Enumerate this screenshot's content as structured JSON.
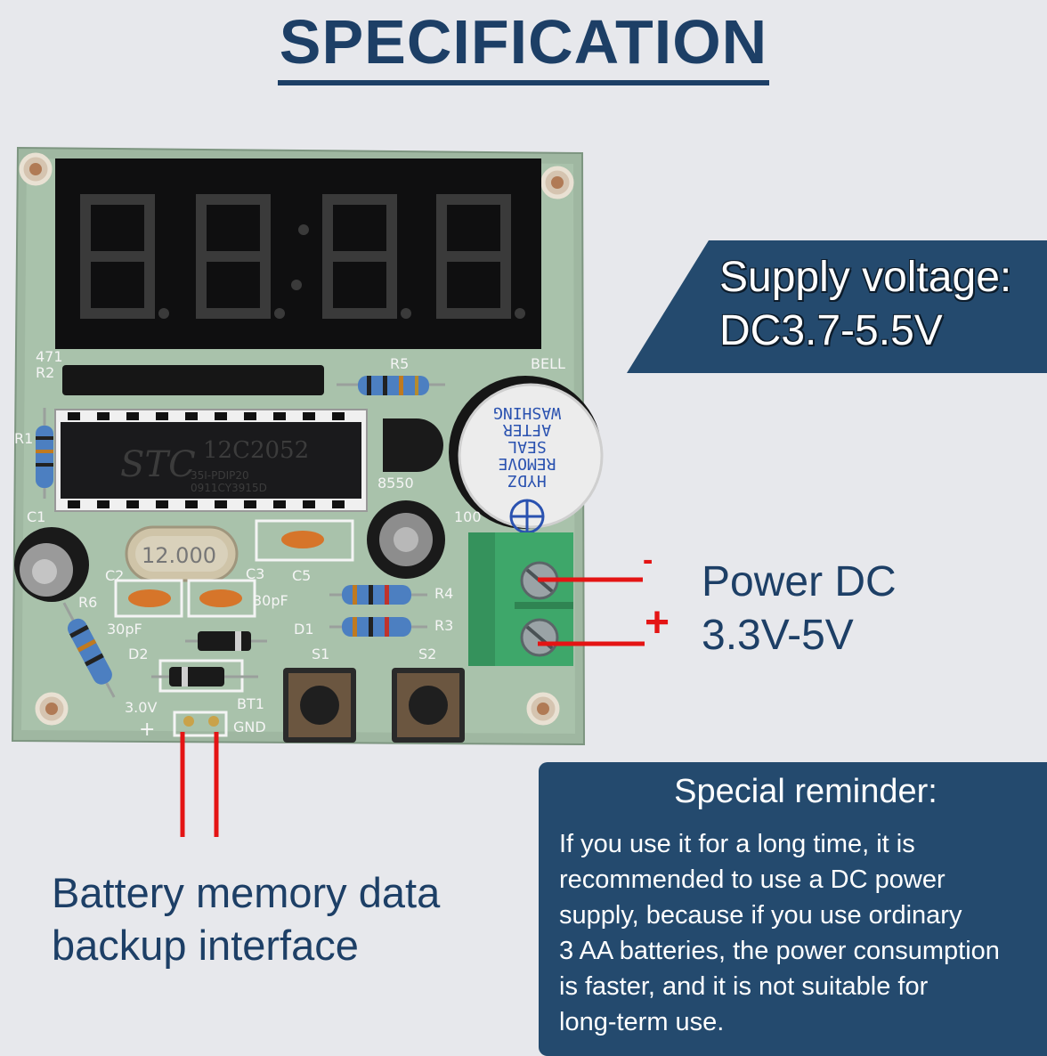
{
  "header": {
    "title": "SPECIFICATION"
  },
  "supply": {
    "line1": "Supply voltage:",
    "line2": "DC3.7-5.5V"
  },
  "power": {
    "line1": "Power DC",
    "line2": "3.3V-5V",
    "minus": "-",
    "plus": "+"
  },
  "battery": {
    "line1": "Battery memory data",
    "line2": "backup interface"
  },
  "reminder": {
    "title": "Special reminder:",
    "body": "  If you use it for a long time, it is\nrecommended to use a DC power\nsupply, because if you use ordinary\n3 AA batteries, the power consumption\nis faster, and it is not suitable for\nlong-term use."
  },
  "pcb": {
    "display_digits": "88:88",
    "labels": {
      "r2": "R2",
      "r471": "471",
      "r5": "R5",
      "bell": "BELL",
      "r1": "R1",
      "c1": "C1",
      "chip_brand": "STC",
      "chip_model": "12C2052",
      "chip_sub1": "35I-PDIP20",
      "chip_sub2": "0911CY3915D",
      "crystal": "12.000",
      "c2": "C2",
      "c3": "C3",
      "c5": "C5",
      "r6": "R6",
      "cap30pf_a": "30pF",
      "cap30pf_b": "30pF",
      "r4": "R4",
      "r3": "R3",
      "d1": "D1",
      "d2": "D2",
      "s1": "S1",
      "s2": "S2",
      "v30": "3.0V",
      "bt1": "BT1",
      "gnd": "GND",
      "plus": "+",
      "t8550": "8550",
      "c100": "100",
      "buzzer": [
        "HYDZ",
        "REMOVE",
        "SEAL",
        "AFTER",
        "WASHING"
      ]
    }
  }
}
